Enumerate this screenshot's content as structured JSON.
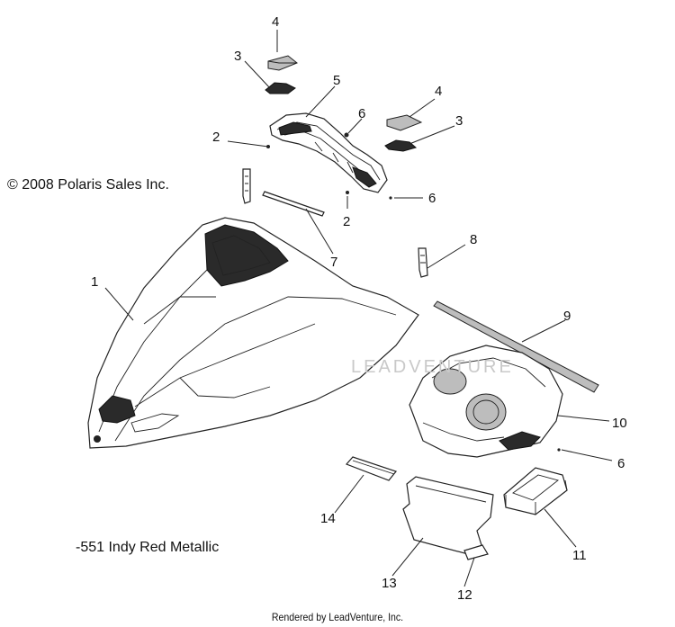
{
  "copyright": "© 2008 Polaris Sales Inc.",
  "color_code": "-551 Indy Red Metallic",
  "rendered_by": "Rendered by LeadVenture, Inc.",
  "watermark": "LEADVENTURE",
  "callouts": [
    "1",
    "2",
    "2",
    "3",
    "3",
    "4",
    "4",
    "5",
    "6",
    "6",
    "6",
    "7",
    "8",
    "9",
    "10",
    "11",
    "12",
    "13",
    "14"
  ]
}
